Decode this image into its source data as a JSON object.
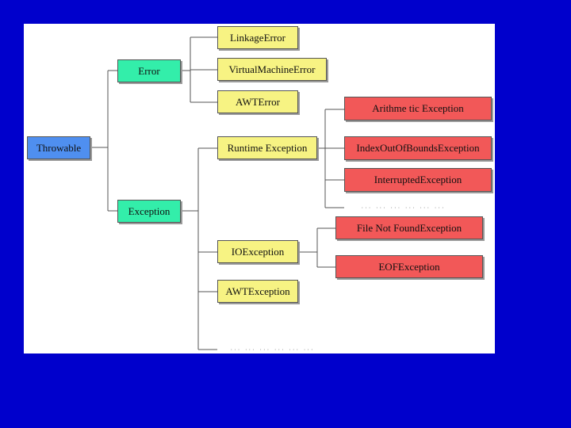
{
  "colors": {
    "background": "#0000cc",
    "panel": "#ffffff",
    "throwable": "#4f8ff0",
    "error_level": "#33eeaa",
    "level_two": "#f7f383",
    "level_three": "#f25858",
    "line": "#555555"
  },
  "nodes": {
    "throwable": "Throwable",
    "error": "Error",
    "exception": "Exception",
    "linkage_error": "LinkageError",
    "virtual_machine_error": "VirtualMachineError",
    "awt_error": "AWTError",
    "runtime_exception": "Runtime Exception",
    "io_exception": "IOException",
    "awt_exception": "AWTException",
    "arithmetic_exception": "Arithme tic Exception",
    "index_out_of_bounds_exception": "IndexOutOfBoundsException",
    "interrupted_exception": "InterruptedException",
    "file_not_found_exception": "File Not FoundException",
    "eof_exception": "EOFException"
  }
}
